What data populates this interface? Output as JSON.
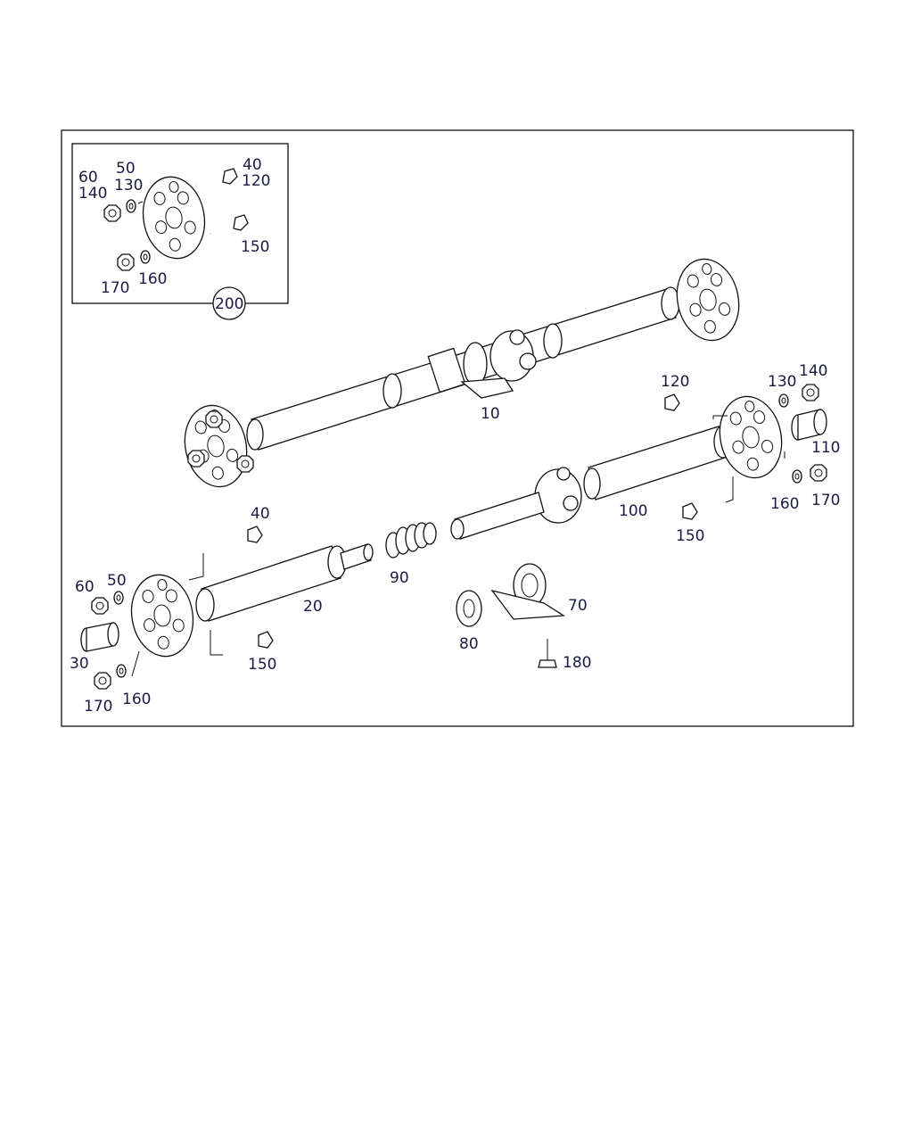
{
  "callouts": {
    "c10": "10",
    "c20": "20",
    "c30": "30",
    "c40_inset": "40",
    "c40": "40",
    "c50_inset": "50",
    "c50": "50",
    "c60_inset": "60",
    "c60": "60",
    "c70": "70",
    "c80": "80",
    "c90": "90",
    "c100": "100",
    "c110": "110",
    "c120_inset": "120",
    "c120": "120",
    "c130_inset": "130",
    "c130": "130",
    "c140_inset": "140",
    "c140": "140",
    "c150_inset": "150",
    "c150_a": "150",
    "c150_b": "150",
    "c160_inset": "160",
    "c160_a": "160",
    "c160_b": "160",
    "c170_inset": "170",
    "c170_a": "170",
    "c170_b": "170",
    "c180": "180",
    "c200": "200"
  },
  "colors": {
    "line": "#111111",
    "label": "#1a1a44",
    "background": "#ffffff"
  }
}
